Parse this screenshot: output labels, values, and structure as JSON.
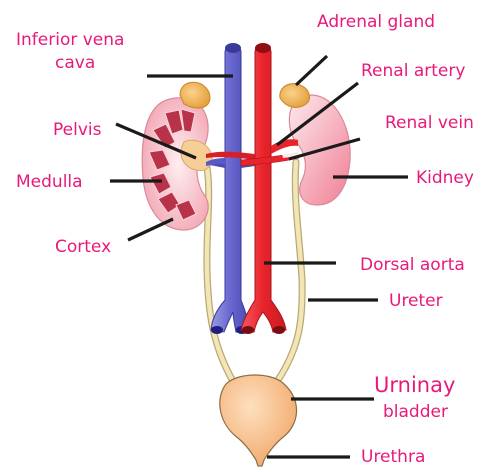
{
  "colors": {
    "label": "#e8197a",
    "leader_line": "#1a1a1a",
    "vena_cava": "#6a6ad0",
    "vena_cava_dark": "#3a3a9a",
    "aorta": "#e8232a",
    "aorta_dark": "#a8141a",
    "kidney_pink": "#f7b9c3",
    "kidney_light": "#fde7ea",
    "medulla": "#b8324a",
    "pelvis": "#f5cf96",
    "adrenal": "#f1b455",
    "ureter": "#f3e6b6",
    "ureter_edge": "#b9a874",
    "bladder": "#f8c48f",
    "bladder_edge": "#8a6e47"
  },
  "labels": {
    "inferior_vena_cava_line1": "Inferior vena",
    "inferior_vena_cava_line2": "cava",
    "pelvis": "Pelvis",
    "medulla": "Medulla",
    "cortex": "Cortex",
    "adrenal_gland": "Adrenal gland",
    "renal_artery": "Renal artery",
    "renal_vein": "Renal vein",
    "kidney": "Kidney",
    "dorsal_aorta": "Dorsal aorta",
    "ureter": "Ureter",
    "urinary_bladder_line1": "Urninay",
    "urinary_bladder_line2": "bladder",
    "urethra": "Urethra"
  }
}
